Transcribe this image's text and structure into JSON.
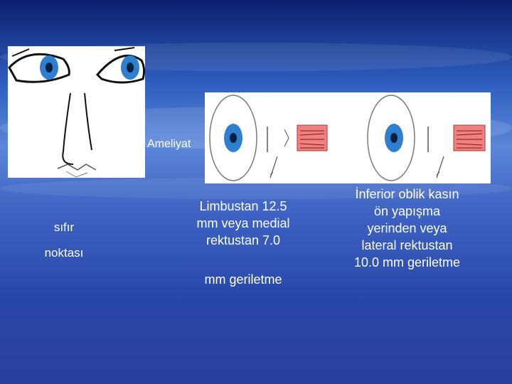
{
  "slide": {
    "label_ameliyat": "Ameliyat",
    "left_line1": "sıfır",
    "left_line2": "noktası",
    "middle_main": "Limbustan 12.5 mm veya medial rektustan 7.0",
    "middle_tail": "mm geriletme",
    "right_text": "İnferior oblik kasın ön yapışma yerinden veya lateral rektustan 10.0 mm geriletme"
  },
  "colors": {
    "background_top": "#0c1f6e",
    "background_mid": "#5b86d8",
    "iris": "#2f7fd0",
    "muscle": "#f08080"
  },
  "icons": {
    "face": "face-diagram",
    "eyes": "eye-with-muscle-diagram"
  }
}
